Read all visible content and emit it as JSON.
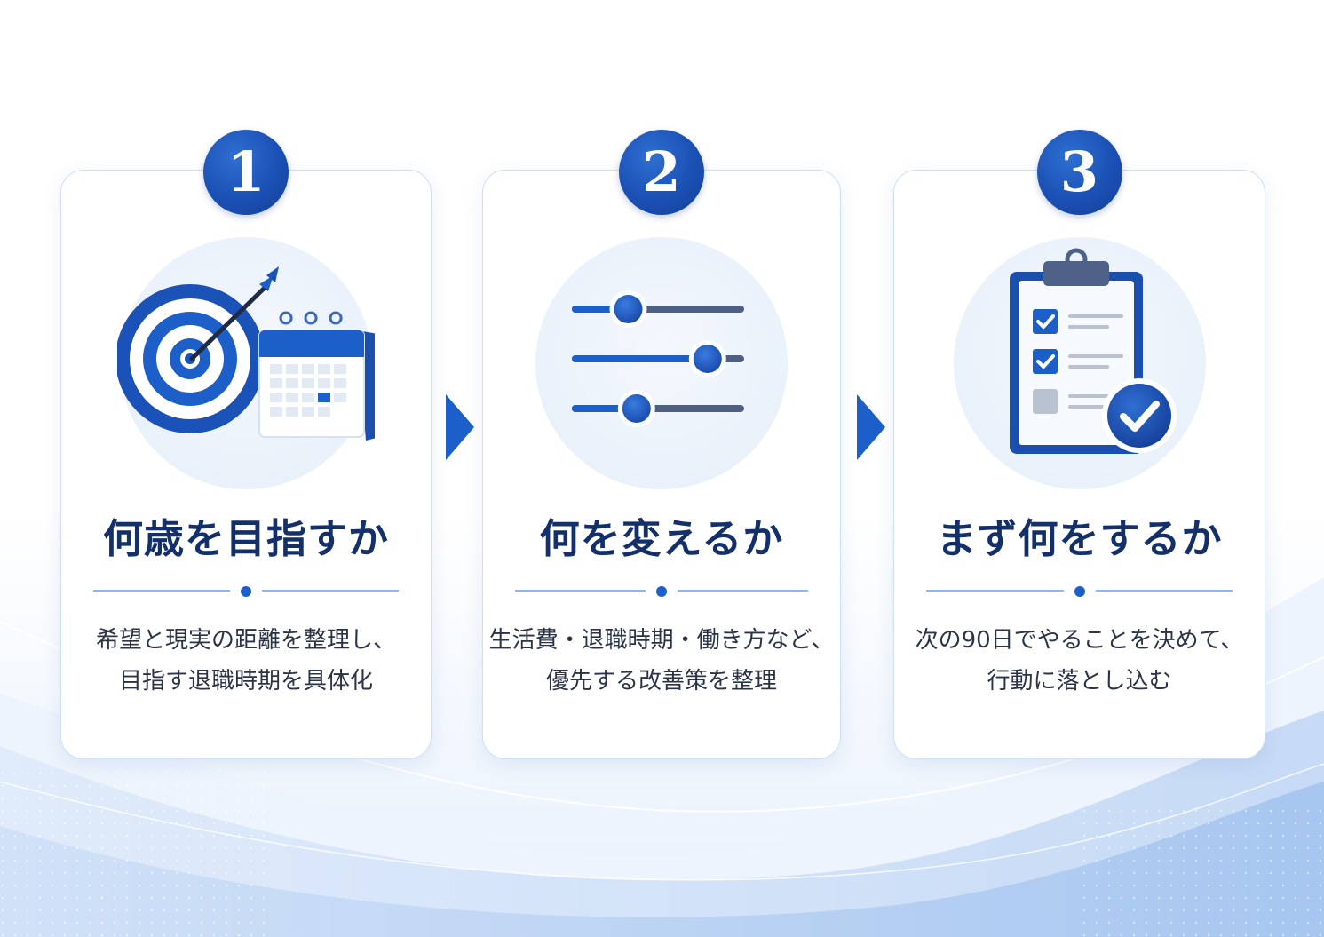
{
  "steps": [
    {
      "number": "1",
      "title": "何歳を目指すか",
      "desc_line1": "希望と現実の距離を整理し、",
      "desc_line2": "目指す退職時期を具体化"
    },
    {
      "number": "2",
      "title": "何を変えるか",
      "desc_line1": "生活費・退職時期・働き方など、",
      "desc_line2": "優先する改善策を整理"
    },
    {
      "number": "3",
      "title": "まず何をするか",
      "desc_line1": "次の90日でやることを決めて、",
      "desc_line2": "行動に落とし込む"
    }
  ],
  "icons": [
    "target-calendar-icon",
    "sliders-icon",
    "clipboard-checklist-icon"
  ],
  "sliders": [
    0.32,
    0.8,
    0.37
  ],
  "checklist": [
    true,
    true,
    false
  ],
  "colors": {
    "primary": "#1d5fc8",
    "title": "#13306b",
    "text": "#2b3446",
    "card_border": "#cfe0f6",
    "illus_bg": "#edf3fb"
  }
}
